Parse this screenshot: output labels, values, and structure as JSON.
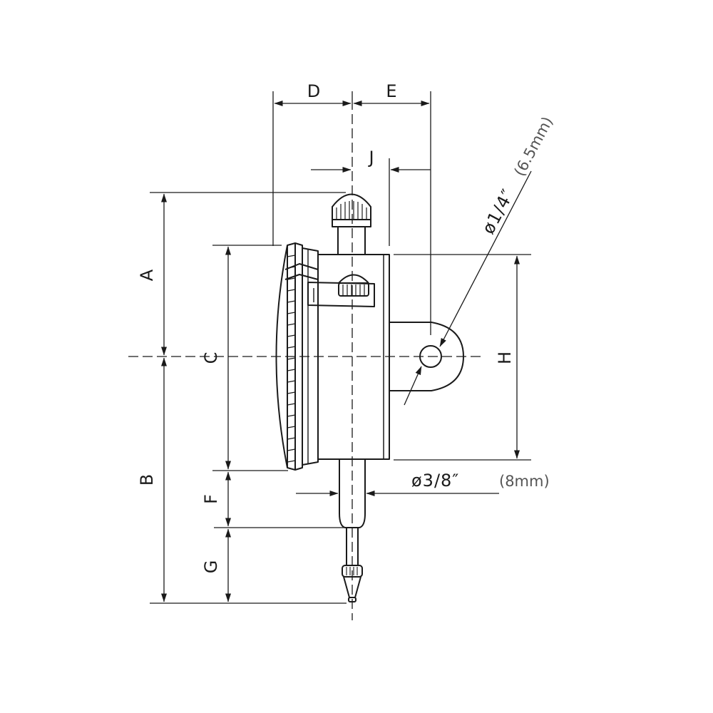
{
  "diagram": {
    "labels": {
      "a": "A",
      "b": "B",
      "c": "C",
      "d": "D",
      "e": "E",
      "f": "F",
      "g": "G",
      "h": "H",
      "j": "J"
    },
    "mounting_hole": {
      "imperial": "ø1/4″",
      "metric": "(6.5mm)"
    },
    "stem": {
      "imperial": "ø3/8″",
      "metric": "(8mm)"
    },
    "colors": {
      "line": "#1a1a1a",
      "metric_text": "#555555",
      "background": "#ffffff"
    }
  }
}
